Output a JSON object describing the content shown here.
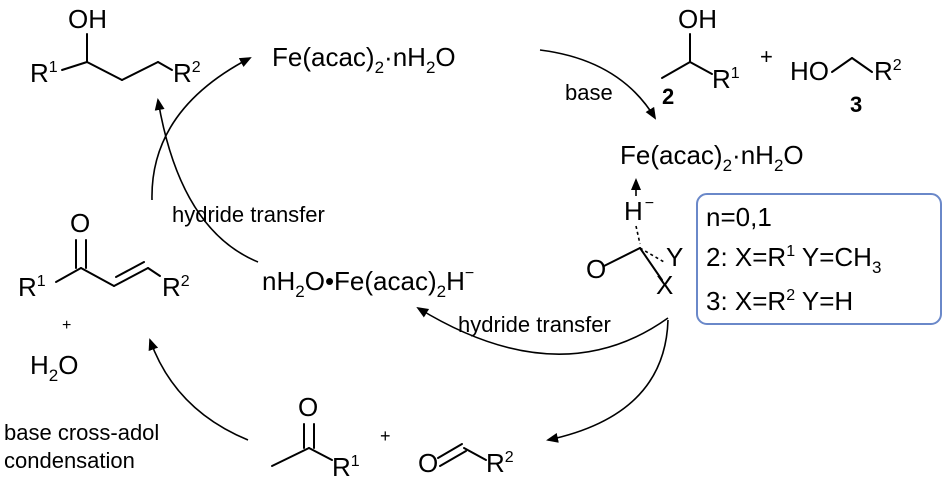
{
  "catalyst": {
    "top": {
      "a": "Fe(acac)",
      "sub": "2",
      "b": "·nH",
      "sub2": "2",
      "c": "O"
    },
    "right": {
      "a": "Fe(acac)",
      "sub": "2",
      "b": "·nH",
      "sub2": "2",
      "c": "O"
    },
    "hydride": {
      "a": "nH",
      "sub": "2",
      "b": "O•Fe(acac)",
      "sub2": "2",
      "c": "H",
      "sup": "−"
    }
  },
  "labels": {
    "base": "base",
    "hydride_transfer_upper": "hydride transfer",
    "hydride_transfer_lower": "hydride transfer",
    "aldol_line1": "base cross-adol",
    "aldol_line2": "condensation"
  },
  "molecules": {
    "product_alcohol": {
      "oh": "OH",
      "r1": "R",
      "r1_sup": "1",
      "r2": "R",
      "r2_sup": "2"
    },
    "alcohol_2": {
      "oh": "OH",
      "r1": "R",
      "r1_sup": "1",
      "number": "2"
    },
    "plus_top": "+",
    "alcohol_3": {
      "ho": "HO",
      "r2": "R",
      "r2_sup": "2",
      "number": "3"
    },
    "enone": {
      "o": "O",
      "r1": "R",
      "r1_sup": "1",
      "r2": "R",
      "r2_sup": "2"
    },
    "plus_left": "+",
    "water": {
      "a": "H",
      "sub": "2",
      "b": "O"
    },
    "ketone": {
      "o": "O",
      "r1": "R",
      "r1_sup": "1"
    },
    "plus_bottom": "+",
    "aldehyde": {
      "o": "O",
      "r2": "R",
      "r2_sup": "2"
    },
    "alkoxide": {
      "h": "H",
      "h_sup": "−",
      "o": "O",
      "x": "X",
      "y": "Y"
    }
  },
  "legend": {
    "line1": "n=0,1",
    "line2": {
      "a": "2:  X=R",
      "sup": "1",
      "b": " Y=CH",
      "sub": "3"
    },
    "line3": {
      "a": "3:  X=R",
      "sup": "2",
      "b": " Y=H"
    }
  }
}
